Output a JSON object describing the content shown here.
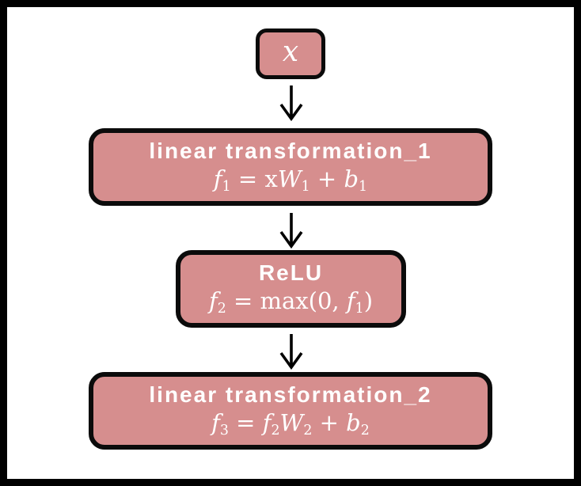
{
  "colors": {
    "background": "#ffffff",
    "frame_border": "#000000",
    "node_fill": "#d68e8e",
    "node_border": "#0b0b0b",
    "text": "#ffffff",
    "arrow": "#000000"
  },
  "icons": {
    "flow_arrow": "down-arrow"
  },
  "nodes": {
    "input": {
      "label": "x"
    },
    "linear1": {
      "title": "linear transformation_1",
      "formula": [
        {
          "t": "f",
          "s": "it"
        },
        {
          "t": "1",
          "s": "sub"
        },
        {
          "t": " = ",
          "s": "rm"
        },
        {
          "t": "x",
          "s": "rm"
        },
        {
          "t": "W",
          "s": "it"
        },
        {
          "t": "1",
          "s": "sub"
        },
        {
          "t": " + ",
          "s": "rm"
        },
        {
          "t": "b",
          "s": "it"
        },
        {
          "t": "1",
          "s": "sub"
        }
      ]
    },
    "relu": {
      "title": "ReLU",
      "formula": [
        {
          "t": "f",
          "s": "it"
        },
        {
          "t": "2",
          "s": "sub"
        },
        {
          "t": " = max(0, ",
          "s": "rm"
        },
        {
          "t": "f",
          "s": "it"
        },
        {
          "t": "1",
          "s": "sub"
        },
        {
          "t": ")",
          "s": "rm"
        }
      ]
    },
    "linear2": {
      "title": "linear transformation_2",
      "formula": [
        {
          "t": "f",
          "s": "it"
        },
        {
          "t": "3",
          "s": "sub"
        },
        {
          "t": " = ",
          "s": "rm"
        },
        {
          "t": "f",
          "s": "it"
        },
        {
          "t": "2",
          "s": "sub"
        },
        {
          "t": "W",
          "s": "it"
        },
        {
          "t": "2",
          "s": "sub"
        },
        {
          "t": " + ",
          "s": "rm"
        },
        {
          "t": "b",
          "s": "it"
        },
        {
          "t": "2",
          "s": "sub"
        }
      ]
    }
  }
}
